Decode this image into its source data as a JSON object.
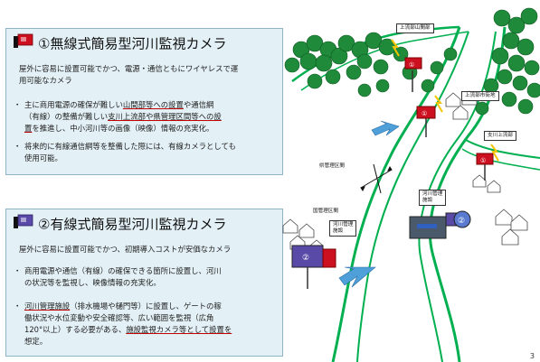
{
  "panel1": {
    "title": "①無線式簡易型河川監視カメラ",
    "desc_line1": "屋外に容易に設置可能でかつ、電源・通信ともにワイヤレスで運",
    "desc_line2": "用可能なカメラ",
    "bullet1": {
      "l1a": "主に商用電源の確保が難しい",
      "l1b": "山間部等への設置",
      "l1c": "や通信網",
      "l2a": "（有線）の整備が難しい",
      "l2b": "支川上流部や県管理区間等への設",
      "l3a": "置",
      "l3b": "を推進し、中小河川等の画像（映像）情報の充実化。"
    },
    "bullet2": {
      "l1": "将来的に有線通信網等を整備した際には、有線カメラとしても",
      "l2": "使用可能。"
    }
  },
  "panel2": {
    "title": "②有線式簡易型河川監視カメラ",
    "desc": "屋外に容易に設置可能でかつ、初期導入コストが安価なカメラ",
    "bullet1": {
      "l1": "商用電源や通信（有線）の確保できる箇所に設置し、河川",
      "l2": "の状況等を監視し、映像情報の充実化。"
    },
    "bullet2": {
      "l1a": "河川管理施設",
      "l1b": "（排水機場や樋門等）に設置し、ゲートの稼",
      "l2": "働状況や水位変動や安全確認等、広い範囲を監視（広角",
      "l3a": "120°以上）する必要がある、",
      "l3b": "施設監視カメラ等として設置を",
      "l4": "想定。"
    }
  },
  "bullet_symbol": "・",
  "scene": {
    "label_upper_mountain": "上流部山間部",
    "label_upper_town": "上流部市街地",
    "label_branch_upper": "支川上流部",
    "label_pref_section": "県管理区間",
    "label_national_section": "国管理区間",
    "label_facility_left_1": "河川管理",
    "label_facility_left_2": "施設",
    "label_facility_right_1": "河川管理",
    "label_facility_right_2": "施設",
    "camera_number_1": "①",
    "camera_number_2": "②"
  },
  "page_number": "3",
  "colors": {
    "panel_bg": "#e3f0f6",
    "camera_red": "#cc1020",
    "river_green": "#00b050",
    "arrow_blue": "#4f9fd8",
    "tree_green": "#1f8a3a"
  }
}
